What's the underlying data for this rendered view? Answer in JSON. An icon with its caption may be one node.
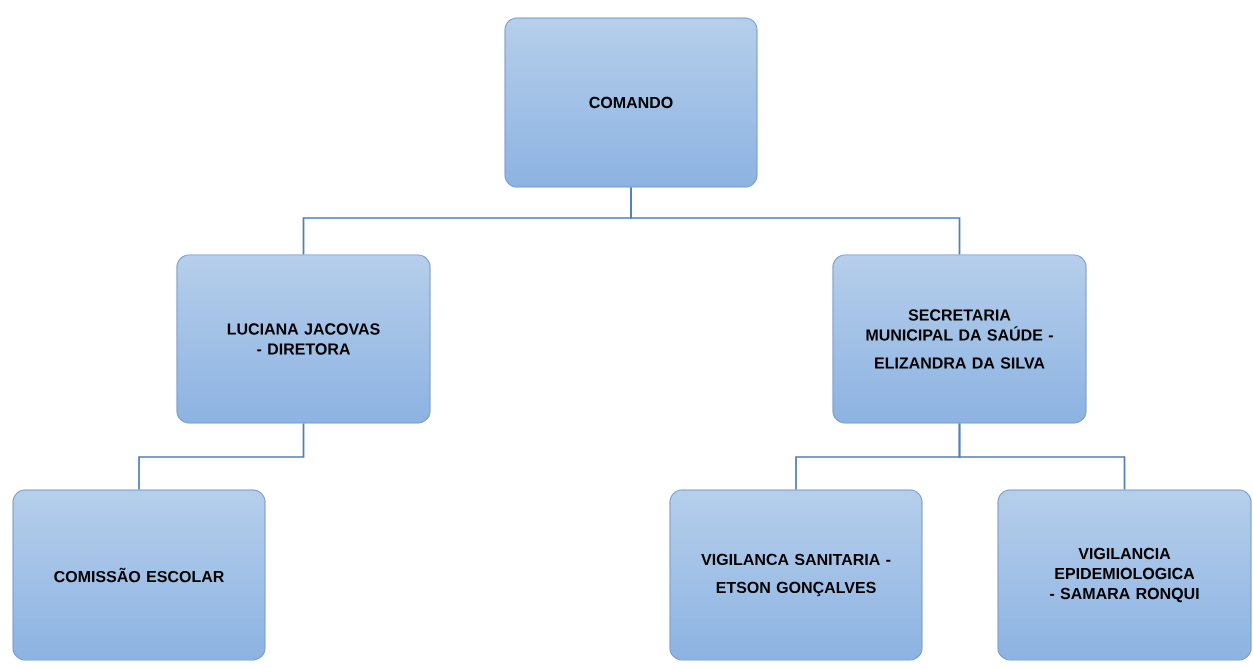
{
  "diagram": {
    "nodes": [
      {
        "text": [
          "COMANDO"
        ]
      },
      {
        "text": [
          "LUCIANA JACOVAS - DIRETORA"
        ]
      },
      {
        "text": [
          "SECRETARIA MUNICIPAL DA SAÚDE -",
          "ELIZANDRA DA SILVA"
        ]
      },
      {
        "text": [
          "COMISSÃO ESCOLAR"
        ]
      },
      {
        "text": [
          "VIGILANCA SANITARIA -",
          "ETSON GONÇALVES"
        ]
      },
      {
        "text": [
          "VIGILANCIA EPIDEMIOLOGICA - SAMARA RONQUI"
        ]
      }
    ],
    "edges": [
      {
        "from": 0,
        "to": 1,
        "arrow": "none"
      },
      {
        "from": 0,
        "to": 2,
        "arrow": "none"
      },
      {
        "from": 1,
        "to": 3,
        "arrow": "none"
      },
      {
        "from": 2,
        "to": 4,
        "arrow": "none"
      },
      {
        "from": 2,
        "to": 5,
        "arrow": "none"
      }
    ]
  }
}
